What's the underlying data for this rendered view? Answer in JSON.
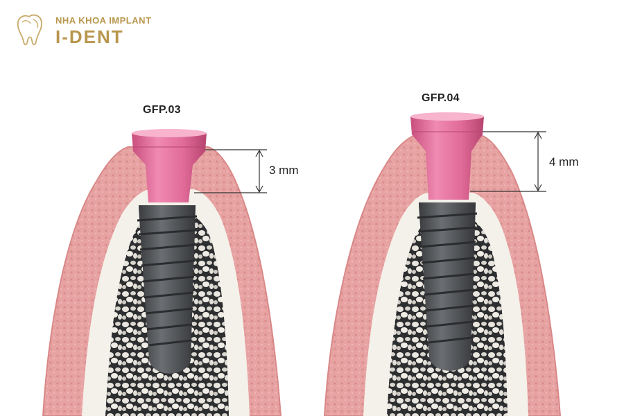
{
  "brand": {
    "line1": "NHA KHOA IMPLANT",
    "line2": "I-DENT",
    "color": "#b8964c"
  },
  "panels": [
    {
      "abutment": "GFP.03",
      "measurement": "3 mm"
    },
    {
      "abutment": "GFP.04",
      "measurement": "4 mm"
    }
  ],
  "colors": {
    "gum": "#e8a3a3",
    "gum_dark": "#d98888",
    "abutment": "#e06a97",
    "bone_cortical": "#f4f1ea",
    "implant": "#4f5256",
    "dimension_line": "#333333"
  }
}
